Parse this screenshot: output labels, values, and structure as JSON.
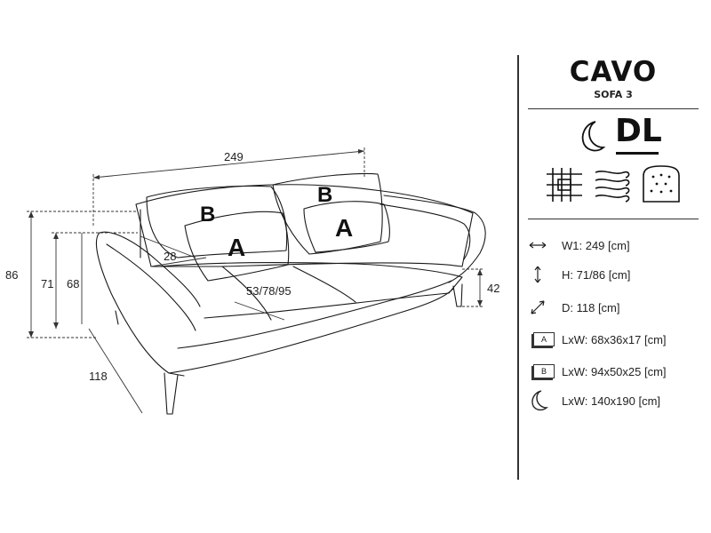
{
  "product": {
    "name": "CAVO",
    "model": "SOFA 3",
    "function_code": "DL"
  },
  "drawing": {
    "width_label": "249",
    "height_total_label": "86",
    "height_back_label": "71",
    "arm_height_label": "68",
    "depth_label": "118",
    "leg_height_label": "42",
    "arm_width_label": "28",
    "seat_heights_label": "53/78/95",
    "cushion_a": "A",
    "cushion_b": "B"
  },
  "specs": [
    {
      "icon": "width-arrow-icon",
      "text": "W1: 249 [cm]"
    },
    {
      "icon": "height-arrow-icon",
      "text": "H: 71/86 [cm]"
    },
    {
      "icon": "depth-arrow-icon",
      "text": "D: 118 [cm]"
    },
    {
      "icon": "cushion-a-icon",
      "badge": "A",
      "text": "LxW: 68x36x17 [cm]"
    },
    {
      "icon": "cushion-b-icon",
      "badge": "B",
      "text": "LxW: 94x50x25 [cm]"
    },
    {
      "icon": "sleep-moon-icon",
      "text": "LxW: 140x190 [cm]"
    }
  ],
  "icons": [
    "moon-icon",
    "frame-grid-icon",
    "spring-icon",
    "foam-icon"
  ],
  "colors": {
    "line": "#1a1a1a",
    "dimension": "#333333"
  }
}
